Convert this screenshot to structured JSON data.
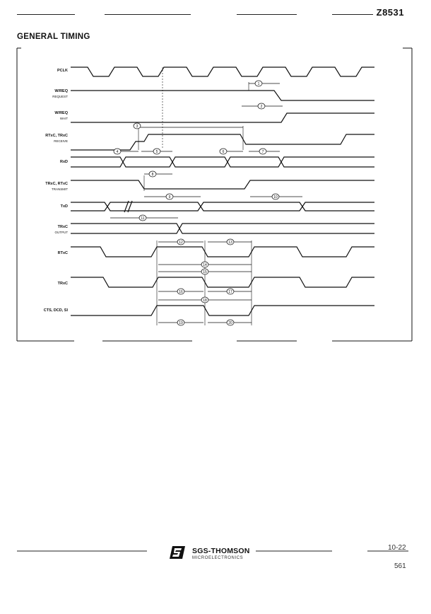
{
  "header": {
    "part_number": "Z8531",
    "section_title": "GENERAL TIMING"
  },
  "signals": [
    {
      "label": "PCLK",
      "sublabel": ""
    },
    {
      "label": "W/REQ",
      "sublabel": "REQUEST"
    },
    {
      "label": "W/REQ",
      "sublabel": "WAIT"
    },
    {
      "label": "RTxC, TRxC",
      "sublabel": "RECEIVE"
    },
    {
      "label": "RxD",
      "sublabel": ""
    },
    {
      "label": "TRxC, RTxC",
      "sublabel": "TRANSMIT"
    },
    {
      "label": "TxD",
      "sublabel": ""
    },
    {
      "label": "TRxC",
      "sublabel": "OUTPUT"
    },
    {
      "label": "RTxC",
      "sublabel": ""
    },
    {
      "label": "TRxC",
      "sublabel": ""
    },
    {
      "label": "CTS, DCD, SI",
      "sublabel": ""
    }
  ],
  "parameter_numbers": [
    "1",
    "2",
    "3",
    "4",
    "5",
    "6",
    "7",
    "8",
    "9",
    "10",
    "11",
    "12",
    "13",
    "14",
    "15",
    "16",
    "17",
    "18",
    "19",
    "20"
  ],
  "footer": {
    "company": "SGS-THOMSON",
    "company_sub": "MICROELECTRONICS",
    "page_ref": "10-22",
    "page_number": "561"
  },
  "colors": {
    "ink": "#111111",
    "background": "#ffffff"
  }
}
